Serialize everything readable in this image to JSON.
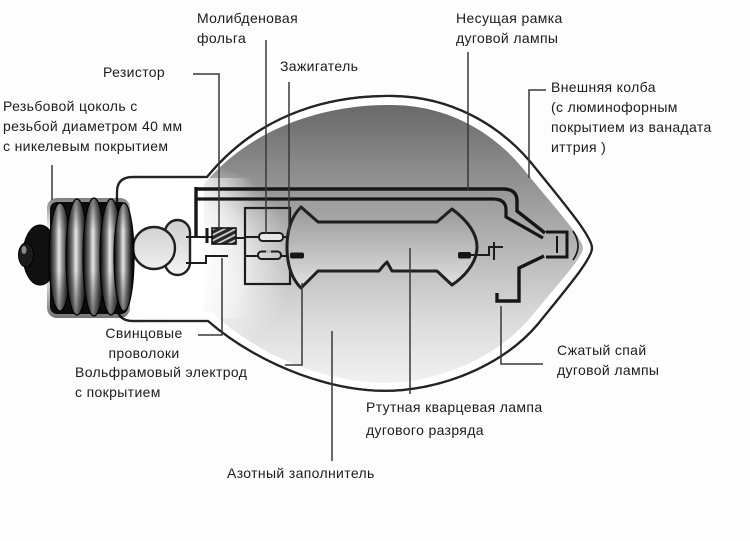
{
  "labels": {
    "molybdenum_foil": {
      "line1": "Молибденовая",
      "line2": "фольга"
    },
    "resistor": {
      "line1": "Резистор"
    },
    "igniter": {
      "line1": "Зажигатель"
    },
    "support_frame": {
      "line1": "Несущая рамка",
      "line2": "дуговой лампы"
    },
    "outer_bulb": {
      "line1": "Внешняя колба",
      "line2": "(с люминофорным",
      "line3": "покрытием из ванадата",
      "line4": "иттрия )"
    },
    "screw_base": {
      "line1": "Резьбовой цоколь с",
      "line2": "резьбой диаметром 40 мм",
      "line3": "с никелевым покрытием"
    },
    "lead_wires": {
      "line1": "Свинцовые",
      "line2": "проволоки"
    },
    "tungsten_electrode": {
      "line1": "Вольфрамовый электрод",
      "line2": "с покрытием"
    },
    "pinch_seal": {
      "line1": "Сжатый спай",
      "line2": "дуговой лампы"
    },
    "arc_tube": {
      "line1": "Ртутная кварцевая лампа",
      "line2": "дугового разряда"
    },
    "nitrogen_fill": {
      "line1": "Азотный заполнитель"
    }
  },
  "colors": {
    "ink": "#242424",
    "background": "#ffffff",
    "bulb_shade_top": "#686868",
    "bulb_shade_bottom": "#f5f5f5"
  }
}
